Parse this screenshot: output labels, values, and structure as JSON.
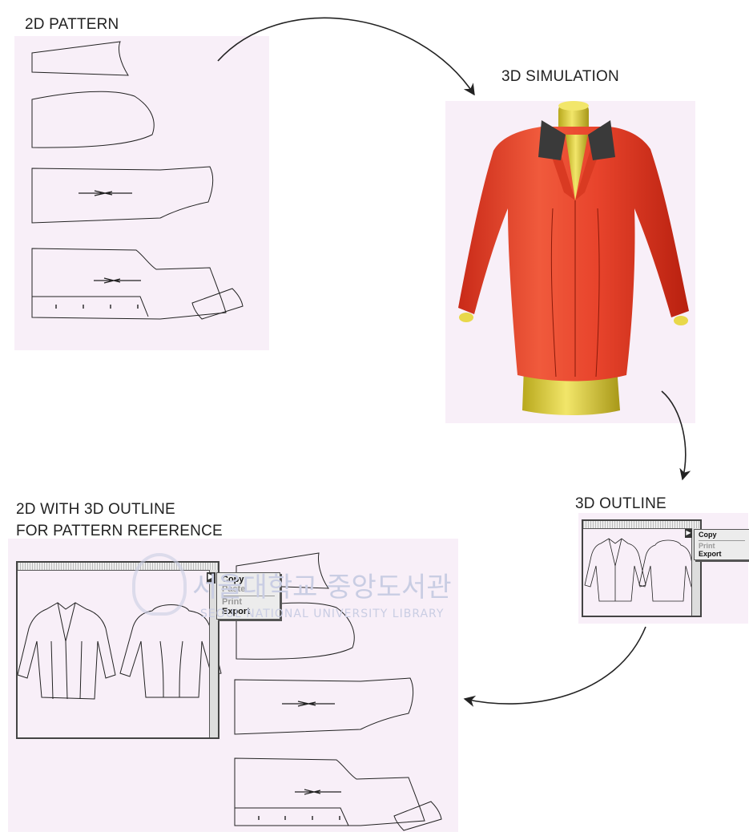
{
  "labels": {
    "pattern_2d": "2D PATTERN",
    "simulation_3d": "3D SIMULATION",
    "outline_3d": "3D OUTLINE",
    "reference_line1": "2D WITH 3D OUTLINE",
    "reference_line2": "FOR PATTERN REFERENCE"
  },
  "menu": {
    "copy": "Copy",
    "paste": "Paste",
    "print": "Print",
    "export": "Export"
  },
  "watermark": {
    "korean": "서울대학교 중앙도서관",
    "english": "SEOUL NATIONAL UNIVERSITY LIBRARY"
  },
  "colors": {
    "panel": "#f8eff8",
    "jacket": "#e8442c",
    "collar": "#3a3a3a",
    "mannequin": "#e8d84a"
  }
}
